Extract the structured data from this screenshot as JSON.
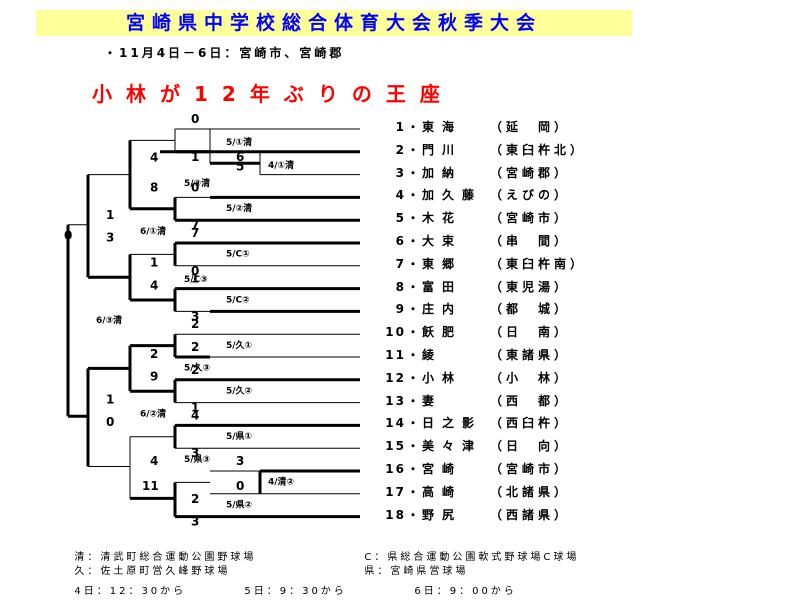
{
  "title": "宮崎県中学校総合体育大会秋季大会",
  "subtitle": "・11月4日－6日：宮崎市、宮崎郡",
  "headline": "小林が12年ぶりの王座",
  "teams": [
    {
      "seed": "1",
      "name": "東海",
      "area": "（延　岡）"
    },
    {
      "seed": "2",
      "name": "門川",
      "area": "（東臼杵北）"
    },
    {
      "seed": "3",
      "name": "加納",
      "area": "（宮崎郡）"
    },
    {
      "seed": "4",
      "name": "加久藤",
      "area": "（えびの）"
    },
    {
      "seed": "5",
      "name": "木花",
      "area": "（宮崎市）"
    },
    {
      "seed": "6",
      "name": "大束",
      "area": "（串　間）"
    },
    {
      "seed": "7",
      "name": "東郷",
      "area": "（東臼杵南）"
    },
    {
      "seed": "8",
      "name": "富田",
      "area": "（東児湯）"
    },
    {
      "seed": "9",
      "name": "庄内",
      "area": "（都　城）"
    },
    {
      "seed": "10",
      "name": "飫肥",
      "area": "（日　南）"
    },
    {
      "seed": "11",
      "name": "綾",
      "area": "（東諸県）"
    },
    {
      "seed": "12",
      "name": "小林",
      "area": "（小　林）"
    },
    {
      "seed": "13",
      "name": "妻",
      "area": "（西　都）"
    },
    {
      "seed": "14",
      "name": "日之影",
      "area": "（西臼杵）"
    },
    {
      "seed": "15",
      "name": "美々津",
      "area": "（日　向）"
    },
    {
      "seed": "16",
      "name": "宮崎",
      "area": "（宮崎市）"
    },
    {
      "seed": "17",
      "name": "高崎",
      "area": "（北諸県）"
    },
    {
      "seed": "18",
      "name": "野尻",
      "area": "（西諸県）"
    }
  ],
  "bracket": {
    "scores": [
      "0",
      "1",
      "6",
      "5",
      "4",
      "8",
      "0",
      "7",
      "1",
      "3",
      "7",
      "0",
      "1",
      "4",
      "1",
      "3",
      "0",
      "2",
      "2",
      "2",
      "9",
      "2",
      "1",
      "1",
      "0",
      "4",
      "3",
      "4",
      "11",
      "3",
      "0",
      "2",
      "3"
    ],
    "venues": [
      "5/①清",
      "4/①清",
      "5/③清",
      "5/②清",
      "6/①清",
      "5/C①",
      "5/C③",
      "5/C②",
      "6/③清",
      "5/久①",
      "5/久③",
      "5/久②",
      "6/②清",
      "5/県①",
      "5/県③",
      "4/清②",
      "5/県②"
    ]
  },
  "footer": {
    "line1_left": "清：清武町総合運動公園野球場",
    "line1_right": "C：県総合運動公園軟式野球場C球場",
    "line2_left": "久：佐土原町営久峰野球場",
    "line2_right": "県：宮崎県営球場",
    "line3_a": "4日：12：30から",
    "line3_b": "5日：9：30から",
    "line3_c": "6日：9：00から"
  }
}
